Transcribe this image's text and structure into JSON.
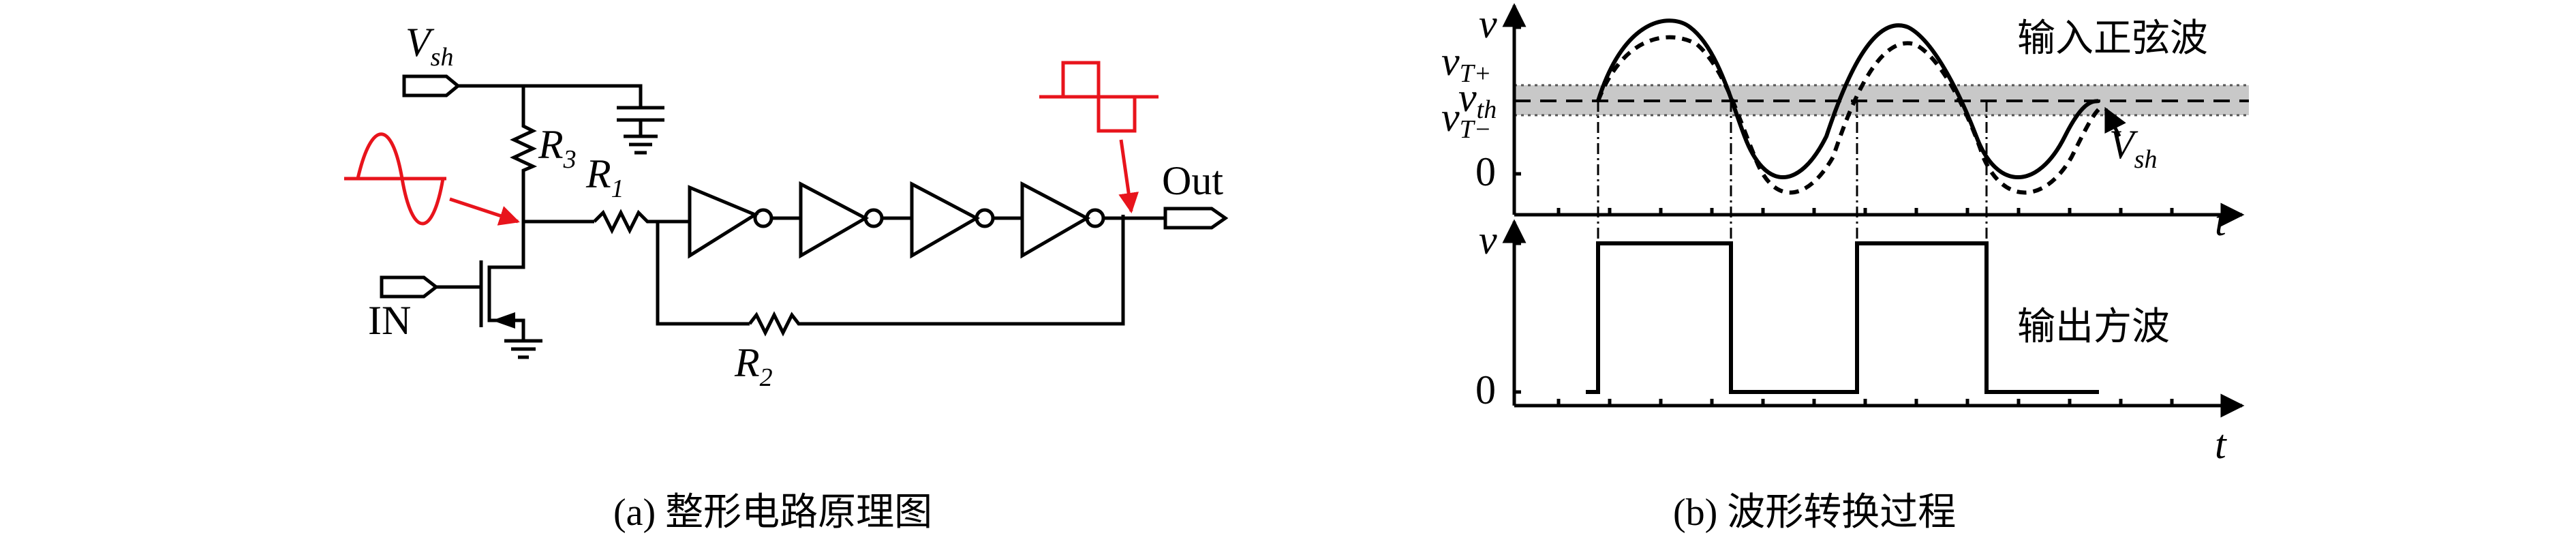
{
  "left": {
    "vsh_var": "V",
    "vsh_sub": "sh",
    "r1_var": "R",
    "r1_sub": "1",
    "r2_var": "R",
    "r2_sub": "2",
    "r3_var": "R",
    "r3_sub": "3",
    "in_label": "IN",
    "out_label": "Out",
    "caption": "(a) 整形电路原理图"
  },
  "right": {
    "top_v": "v",
    "vt_plus_var": "v",
    "vt_plus_sub": "T+",
    "vth_var": "v",
    "vth_sub": "th",
    "vt_minus_var": "v",
    "vt_minus_sub": "T−",
    "zero_top": "0",
    "t_top": "t",
    "sine_label": "输入正弦波",
    "vsh_var": "V",
    "vsh_sub": "sh",
    "bottom_v": "v",
    "zero_bottom": "0",
    "t_bottom": "t",
    "square_label": "输出方波",
    "caption": "(b) 波形转换过程"
  },
  "colors": {
    "accent": "#e8141c",
    "band": "#c8c8c8",
    "ink": "#000000"
  }
}
